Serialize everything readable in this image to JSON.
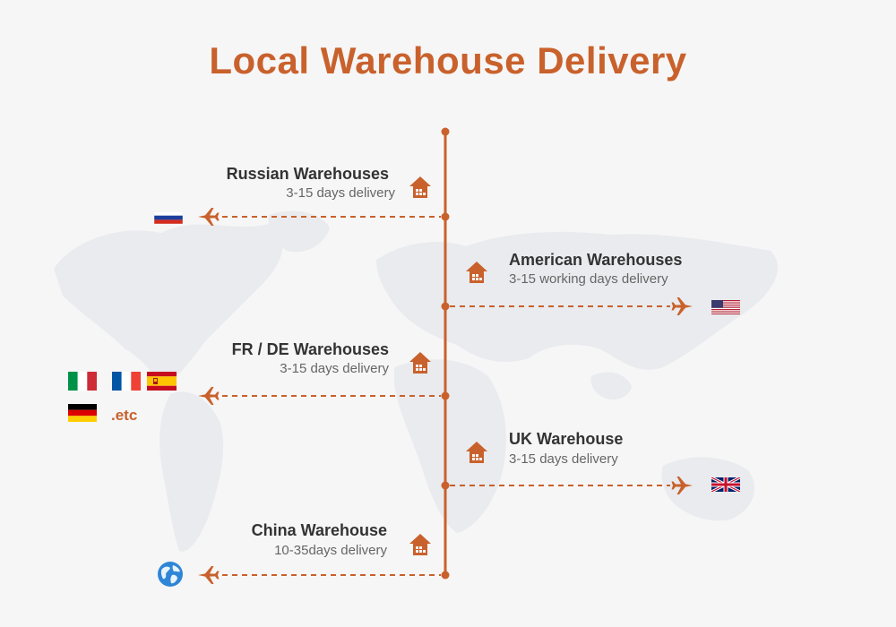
{
  "title": "Local Warehouse Delivery",
  "colors": {
    "accent": "#c9612c",
    "heading": "#333333",
    "subtext": "#666666",
    "map": "#e9ebee"
  },
  "warehouses": [
    {
      "name": "Russian Warehouses",
      "delivery": "3-15 days delivery",
      "side": "left",
      "destination": "russia-flag"
    },
    {
      "name": "American Warehouses",
      "delivery": "3-15 working days delivery",
      "side": "right",
      "destination": "usa-flag"
    },
    {
      "name": "FR / DE Warehouses",
      "delivery": "3-15 days delivery",
      "side": "left",
      "destination": [
        "italy-flag",
        "france-flag",
        "spain-flag",
        "germany-flag"
      ]
    },
    {
      "name": "UK Warehouse",
      "delivery": "3-15 days delivery",
      "side": "right",
      "destination": "uk-flag"
    },
    {
      "name": "China Warehouse",
      "delivery": "10-35days delivery",
      "side": "left",
      "destination": "globe-icon"
    }
  ],
  "etc_label": ".etc",
  "icons": [
    "warehouse-icon",
    "airplane-icon",
    "globe-icon"
  ]
}
